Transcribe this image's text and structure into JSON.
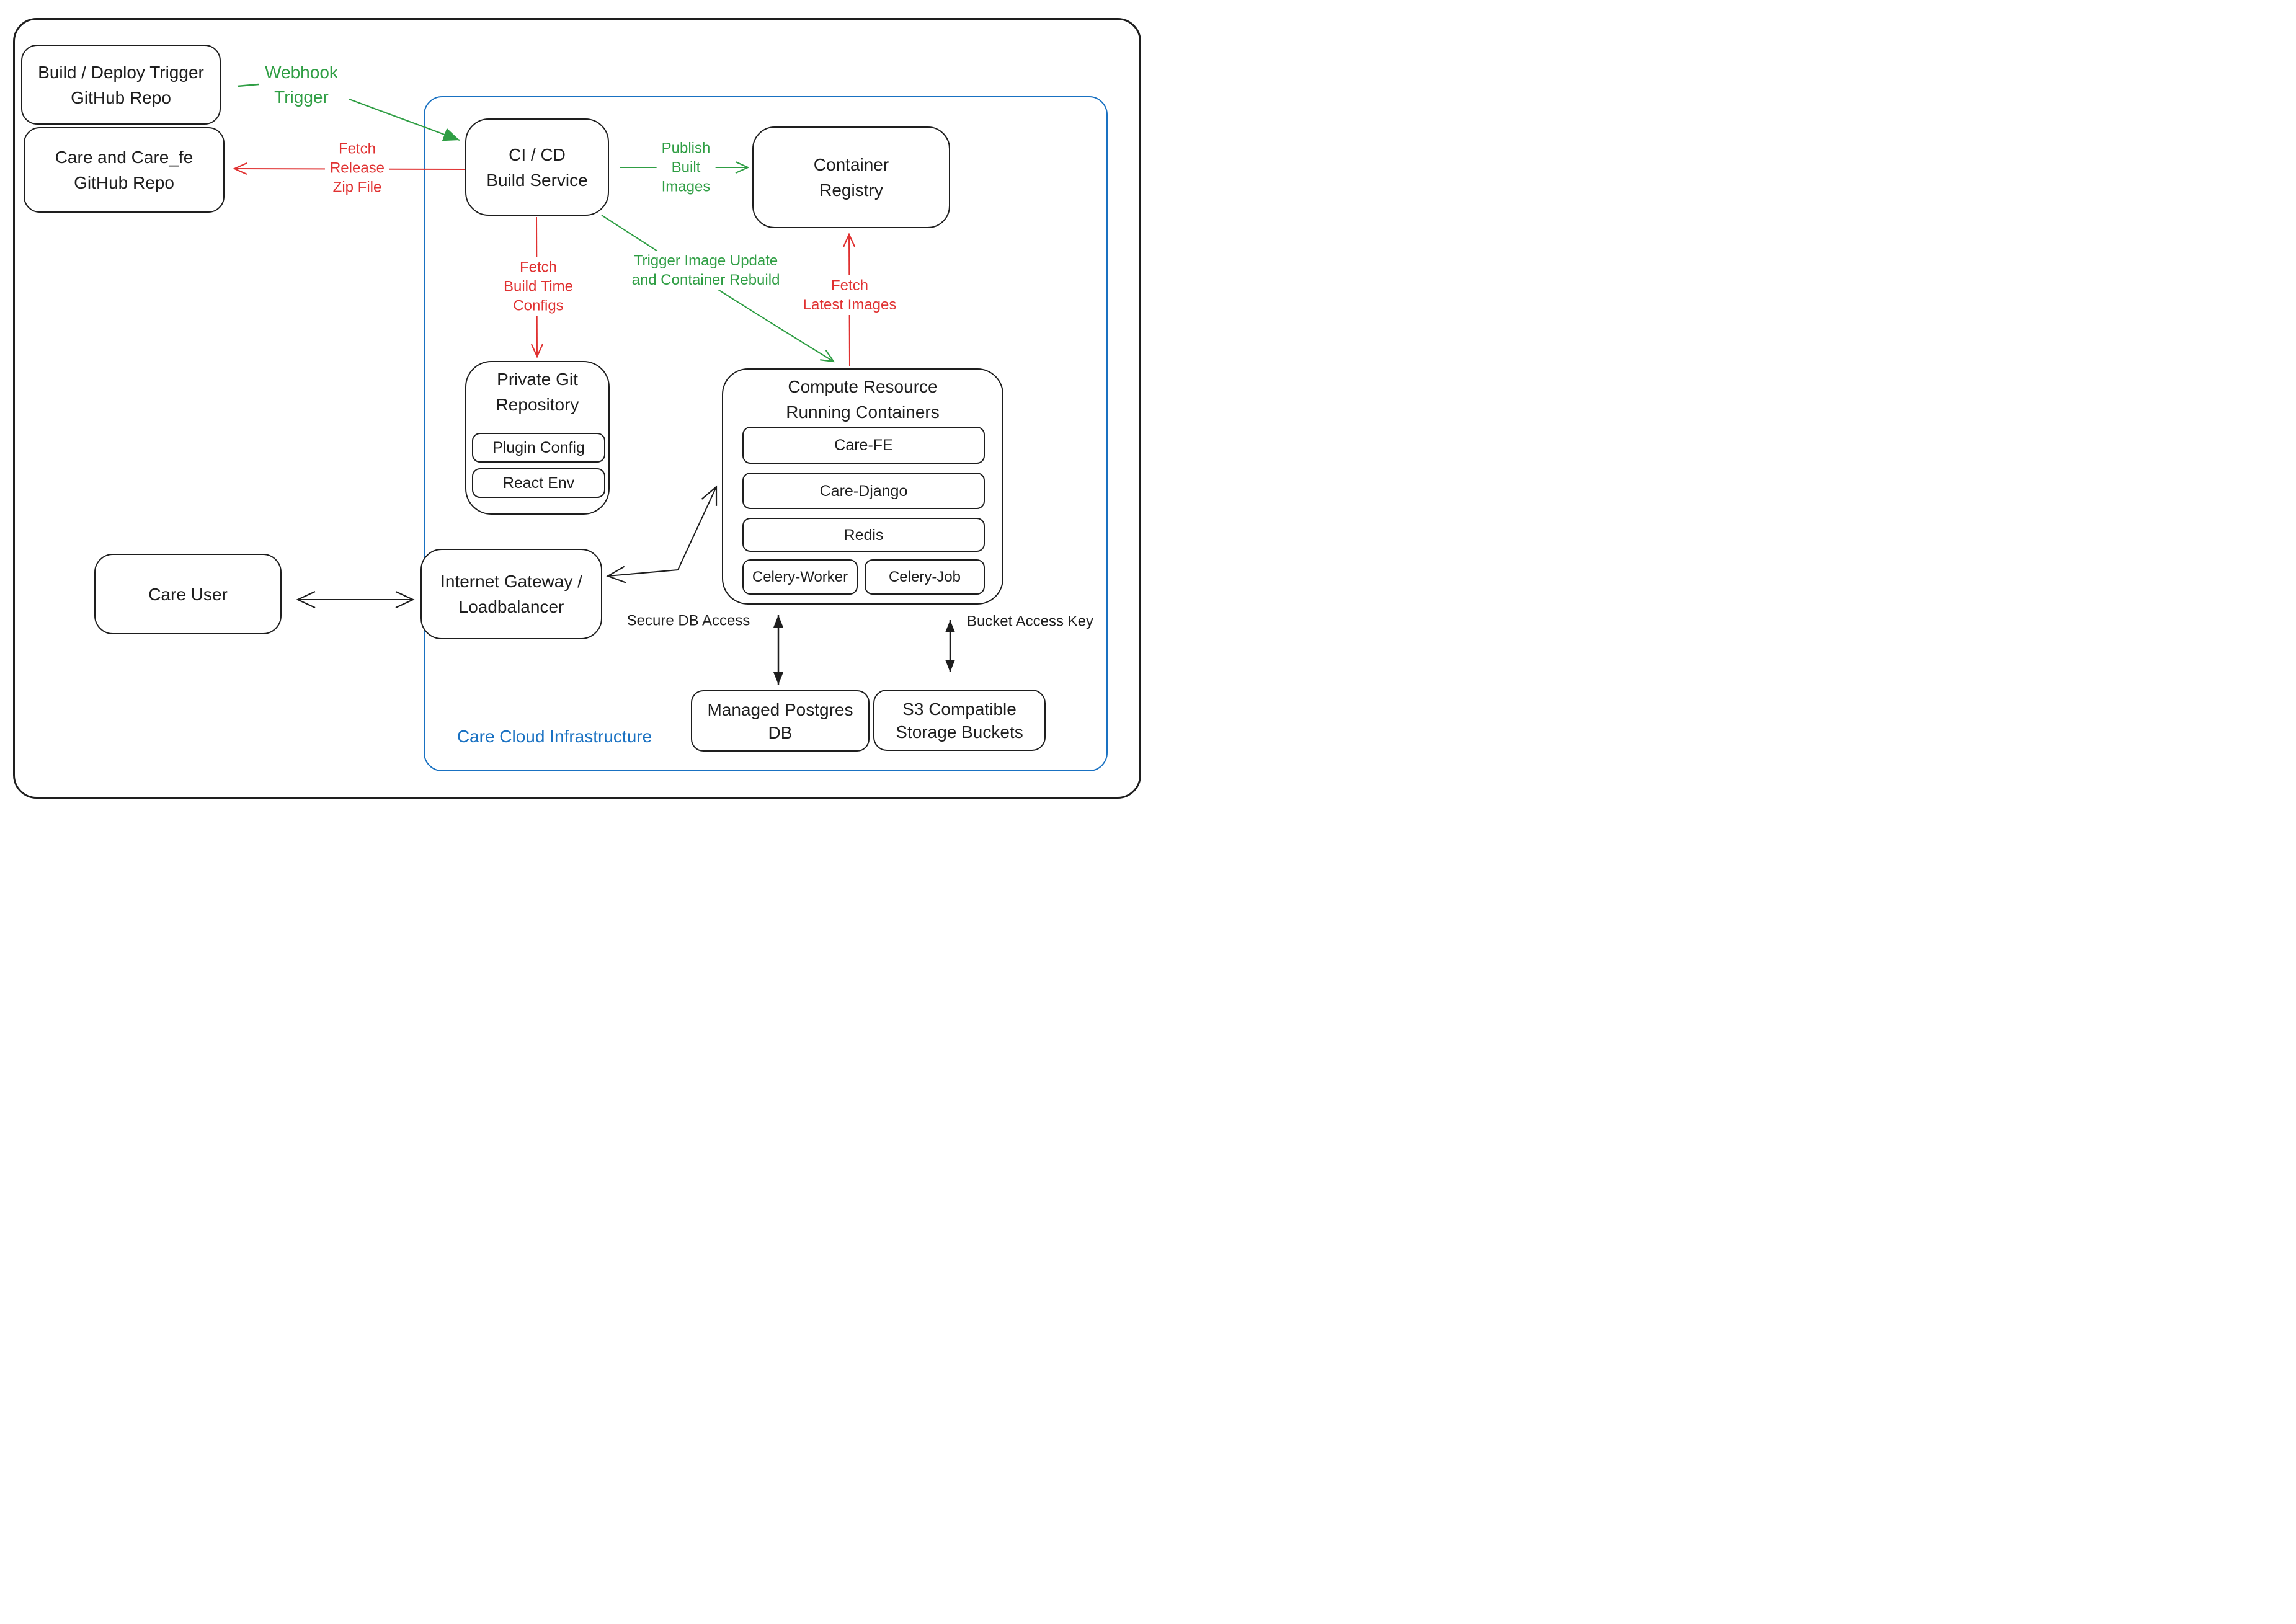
{
  "diagram": {
    "colors": {
      "accent_green": "#2f9e44",
      "accent_red": "#e03131",
      "accent_blue": "#1971c2",
      "stroke_black": "#1e1e1e"
    },
    "region_label": "Care Cloud Infrastructure",
    "nodes": {
      "build_trigger_repo": {
        "line1": "Build / Deploy Trigger",
        "line2": "GitHub Repo"
      },
      "care_repo": {
        "line1": "Care and Care_fe",
        "line2": "GitHub Repo"
      },
      "cicd": {
        "line1": "CI / CD",
        "line2": "Build Service"
      },
      "container_registry": {
        "line1": "Container",
        "line2": "Registry"
      },
      "private_git": {
        "line1": "Private Git",
        "line2": "Repository",
        "children": {
          "plugin_config": "Plugin Config",
          "react_env": "React Env"
        }
      },
      "compute": {
        "line1": "Compute Resource",
        "line2": "Running Containers",
        "containers": [
          "Care-FE",
          "Care-Django",
          "Redis",
          "Celery-Worker",
          "Celery-Job"
        ]
      },
      "care_user": {
        "label": "Care User"
      },
      "gateway": {
        "line1": "Internet Gateway /",
        "line2": "Loadbalancer"
      },
      "postgres": {
        "line1": "Managed Postgres",
        "line2": "DB"
      },
      "s3": {
        "line1": "S3 Compatible",
        "line2": "Storage Buckets"
      }
    },
    "edge_labels": {
      "webhook": {
        "line1": "Webhook",
        "line2": "Trigger"
      },
      "fetch_release": {
        "line1": "Fetch",
        "line2": "Release",
        "line3": "Zip File"
      },
      "publish": {
        "line1": "Publish",
        "line2": "Built",
        "line3": "Images"
      },
      "fetch_configs": {
        "line1": "Fetch",
        "line2": "Build Time",
        "line3": "Configs"
      },
      "trigger_update": {
        "line1": "Trigger Image Update",
        "line2": "and Container Rebuild"
      },
      "fetch_images": {
        "line1": "Fetch",
        "line2": "Latest Images"
      },
      "secure_db": "Secure DB Access",
      "bucket_key": "Bucket Access Key"
    }
  }
}
